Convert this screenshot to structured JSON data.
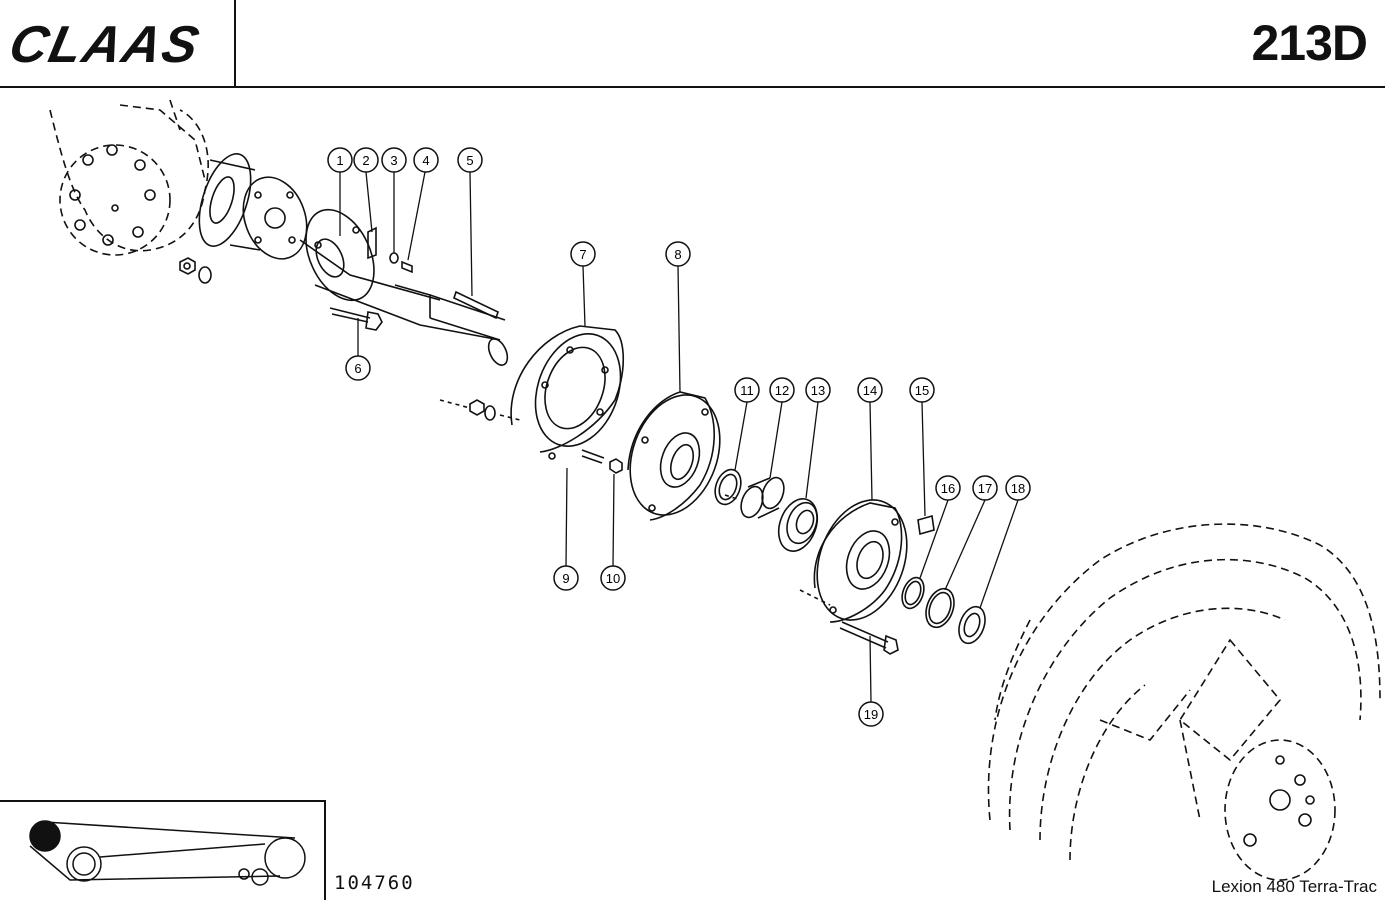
{
  "header": {
    "brand": "CLAAS",
    "page_code": "213D"
  },
  "footer": {
    "drawing_number": "104760",
    "machine": "Lexion 480 Terra-Trac"
  },
  "callouts": [
    {
      "label": "1"
    },
    {
      "label": "2"
    },
    {
      "label": "3"
    },
    {
      "label": "4"
    },
    {
      "label": "5"
    },
    {
      "label": "6"
    },
    {
      "label": "7"
    },
    {
      "label": "8"
    },
    {
      "label": "9"
    },
    {
      "label": "10"
    },
    {
      "label": "11"
    },
    {
      "label": "12"
    },
    {
      "label": "13"
    },
    {
      "label": "14"
    },
    {
      "label": "15"
    },
    {
      "label": "16"
    },
    {
      "label": "17"
    },
    {
      "label": "18"
    },
    {
      "label": "19"
    }
  ]
}
